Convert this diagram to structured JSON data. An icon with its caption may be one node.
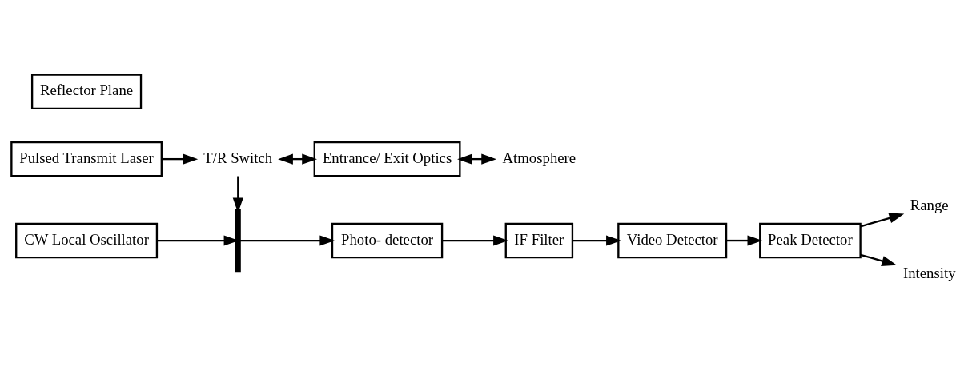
{
  "diagram": {
    "nodes": [
      {
        "text": [
          "Pulsed Transmit Laser"
        ]
      },
      {
        "text": [
          "T/R Switch"
        ]
      },
      {
        "text": [
          "Entrance/ Exit Optics"
        ]
      },
      {
        "text": [
          "Atmosphere"
        ]
      },
      {
        "text": [
          "Reflector Plane"
        ]
      },
      {
        "text": [
          "CW Local Oscillator"
        ]
      },
      {
        "text": [],
        "shape": "bar"
      },
      {
        "text": [
          "Photo- detector"
        ]
      },
      {
        "text": [
          "IF Filter"
        ]
      },
      {
        "text": [
          "Video Detector"
        ]
      },
      {
        "text": [
          "Peak Detector"
        ]
      },
      {
        "text": [
          "Range"
        ]
      },
      {
        "text": [
          "Intensity"
        ]
      }
    ],
    "edges": [
      {
        "from": 0,
        "to": 1,
        "arrow": "to"
      },
      {
        "from": 1,
        "to": 2,
        "arrow": "both"
      },
      {
        "from": 2,
        "to": 3,
        "arrow": "both"
      },
      {
        "from": 1,
        "to": 6,
        "arrow": "to"
      },
      {
        "from": 5,
        "to": 6,
        "arrow": "to"
      },
      {
        "from": 6,
        "to": 7,
        "arrow": "to"
      },
      {
        "from": 7,
        "to": 8,
        "arrow": "to"
      },
      {
        "from": 8,
        "to": 9,
        "arrow": "to"
      },
      {
        "from": 9,
        "to": 10,
        "arrow": "to"
      },
      {
        "from": 10,
        "to": 11,
        "arrow": "to"
      },
      {
        "from": 10,
        "to": 12,
        "arrow": "to"
      }
    ]
  }
}
